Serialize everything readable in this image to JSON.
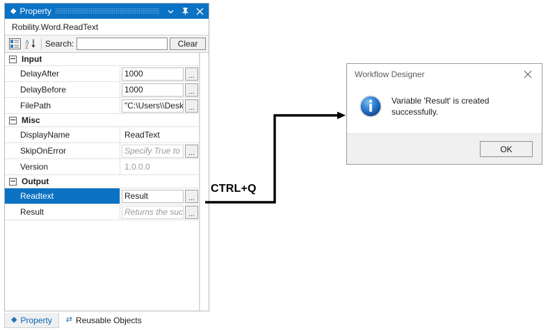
{
  "property_panel": {
    "title": "Property",
    "title_icons": [
      "diamond-icon",
      "chevron-down-icon",
      "pin-icon",
      "close-icon"
    ],
    "object_name": "Robility.Word.ReadText",
    "toolbar": {
      "categorized_icon": "categorized-view-icon",
      "sort_icon": "alphabetical-sort-icon",
      "search_label": "Search:",
      "search_value": "",
      "search_placeholder": "",
      "clear_label": "Clear"
    },
    "groups": [
      {
        "name": "Input",
        "rows": [
          {
            "name": "DelayAfter",
            "value": "1000",
            "style": "edit",
            "ellipsis": true
          },
          {
            "name": "DelayBefore",
            "value": "1000",
            "style": "edit",
            "ellipsis": true
          },
          {
            "name": "FilePath",
            "value": "\"C:\\Users\\\\Desk",
            "style": "edit",
            "ellipsis": true
          }
        ]
      },
      {
        "name": "Misc",
        "rows": [
          {
            "name": "DisplayName",
            "value": "ReadText",
            "style": "plain",
            "ellipsis": false
          },
          {
            "name": "SkipOnError",
            "value": "Specify True to ",
            "style": "ghost",
            "ellipsis": true
          },
          {
            "name": "Version",
            "value": "1.0.0.0",
            "style": "readonly",
            "ellipsis": false
          }
        ]
      },
      {
        "name": "Output",
        "rows": [
          {
            "name": "Readtext",
            "value": "Result",
            "style": "edit",
            "ellipsis": true,
            "selected": true
          },
          {
            "name": "Result",
            "value": "Returns the suc",
            "style": "ghost",
            "ellipsis": true
          }
        ]
      }
    ],
    "tabs": [
      {
        "label": "Property",
        "icon": "diamond-icon",
        "active": true
      },
      {
        "label": "Reusable Objects",
        "icon": "shuffle-icon",
        "active": false
      }
    ]
  },
  "annotation": {
    "shortcut_label": "CTRL+Q",
    "arrow_color": "#000000"
  },
  "dialog": {
    "title": "Workflow Designer",
    "close_icon": "close-icon",
    "icon": "info-icon",
    "message": "Variable 'Result' is created successfully.",
    "ok_label": "OK"
  },
  "colors": {
    "accent": "#0b72c4",
    "selection": "#0b72c4",
    "link": "#0b63b0",
    "info_blue": "#1f6fc4",
    "panel_bg": "#f4f4f4"
  }
}
